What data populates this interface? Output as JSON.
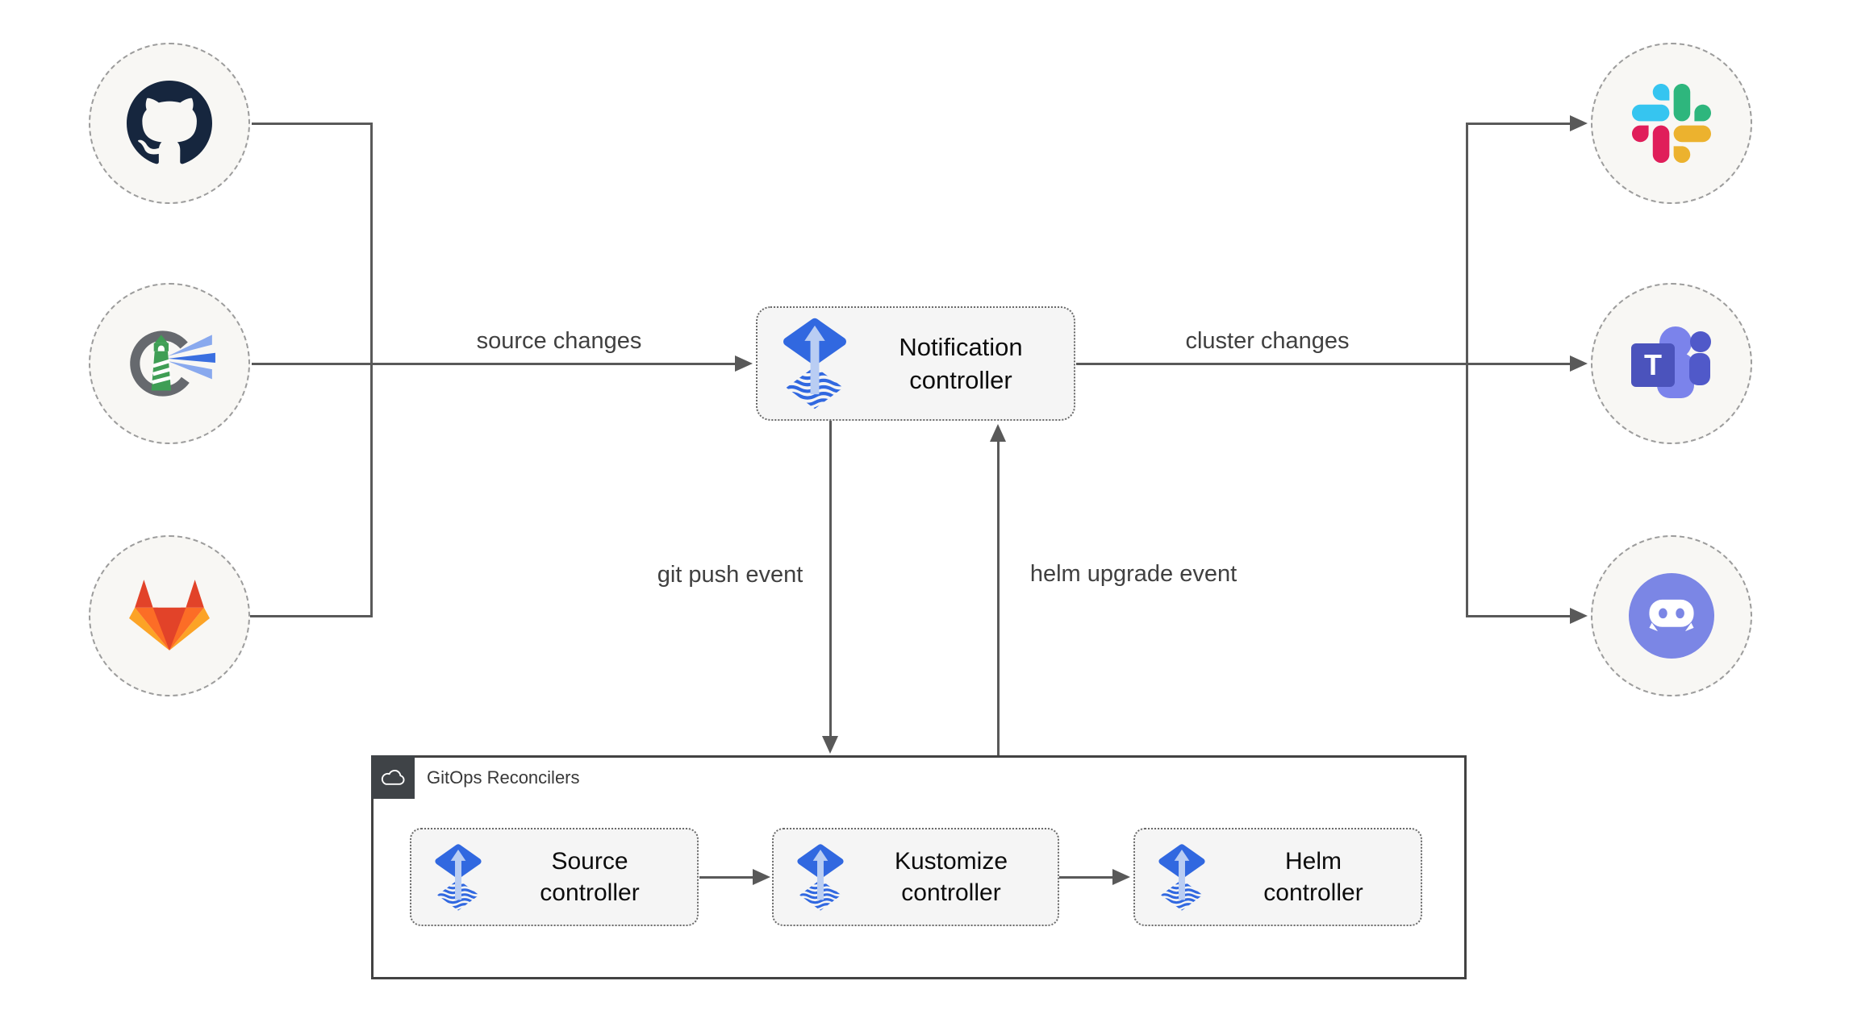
{
  "diagram": {
    "type": "architecture-diagram",
    "background": "#ffffff",
    "palette": {
      "connector": "#595959",
      "endpoint_fill": "#f8f7f4",
      "endpoint_border": "#9c9c9c",
      "node_fill": "#f5f5f5",
      "node_border": "#6a6a6a",
      "container_border": "#424242",
      "container_corner_fill": "#3f4347",
      "flux_blue": "#3168e0",
      "flux_arrow_light": "#b9cdf3",
      "github_dark": "#16263e",
      "harbor_gray": "#66696e",
      "harbor_green": "#3f9e55",
      "harbor_beam_blue": "#3a6fe0",
      "gitlab_red": "#e24329",
      "gitlab_orange": "#fc6d26",
      "gitlab_yellow": "#fca326",
      "slack_blue": "#36c5f0",
      "slack_green": "#2eb67d",
      "slack_red": "#e01e5a",
      "slack_yellow": "#ecb22e",
      "teams_dark": "#4b53bc",
      "teams_mid": "#5059c9",
      "teams_light": "#7b83eb",
      "discord_blurple": "#7b86e5"
    }
  },
  "nodes": {
    "sources": [
      {
        "id": "github",
        "icon": "github-icon"
      },
      {
        "id": "harbor",
        "icon": "harbor-icon"
      },
      {
        "id": "gitlab",
        "icon": "gitlab-icon"
      }
    ],
    "notification_controller": {
      "line1": "Notification",
      "line2": "controller",
      "icon": "flux-icon"
    },
    "targets": [
      {
        "id": "slack",
        "icon": "slack-icon"
      },
      {
        "id": "teams",
        "icon": "microsoft-teams-icon",
        "letter": "T"
      },
      {
        "id": "discord",
        "icon": "discord-icon"
      }
    ],
    "reconcilers": {
      "label": "GitOps Reconcilers",
      "icon": "cloud-icon",
      "children": [
        {
          "line1": "Source",
          "line2": "controller",
          "icon": "flux-icon"
        },
        {
          "line1": "Kustomize",
          "line2": "controller",
          "icon": "flux-icon"
        },
        {
          "line1": "Helm",
          "line2": "controller",
          "icon": "flux-icon"
        }
      ]
    }
  },
  "edges": {
    "source_changes": "source changes",
    "cluster_changes": "cluster changes",
    "git_push_event": "git push event",
    "helm_upgrade_event": "helm upgrade event"
  }
}
